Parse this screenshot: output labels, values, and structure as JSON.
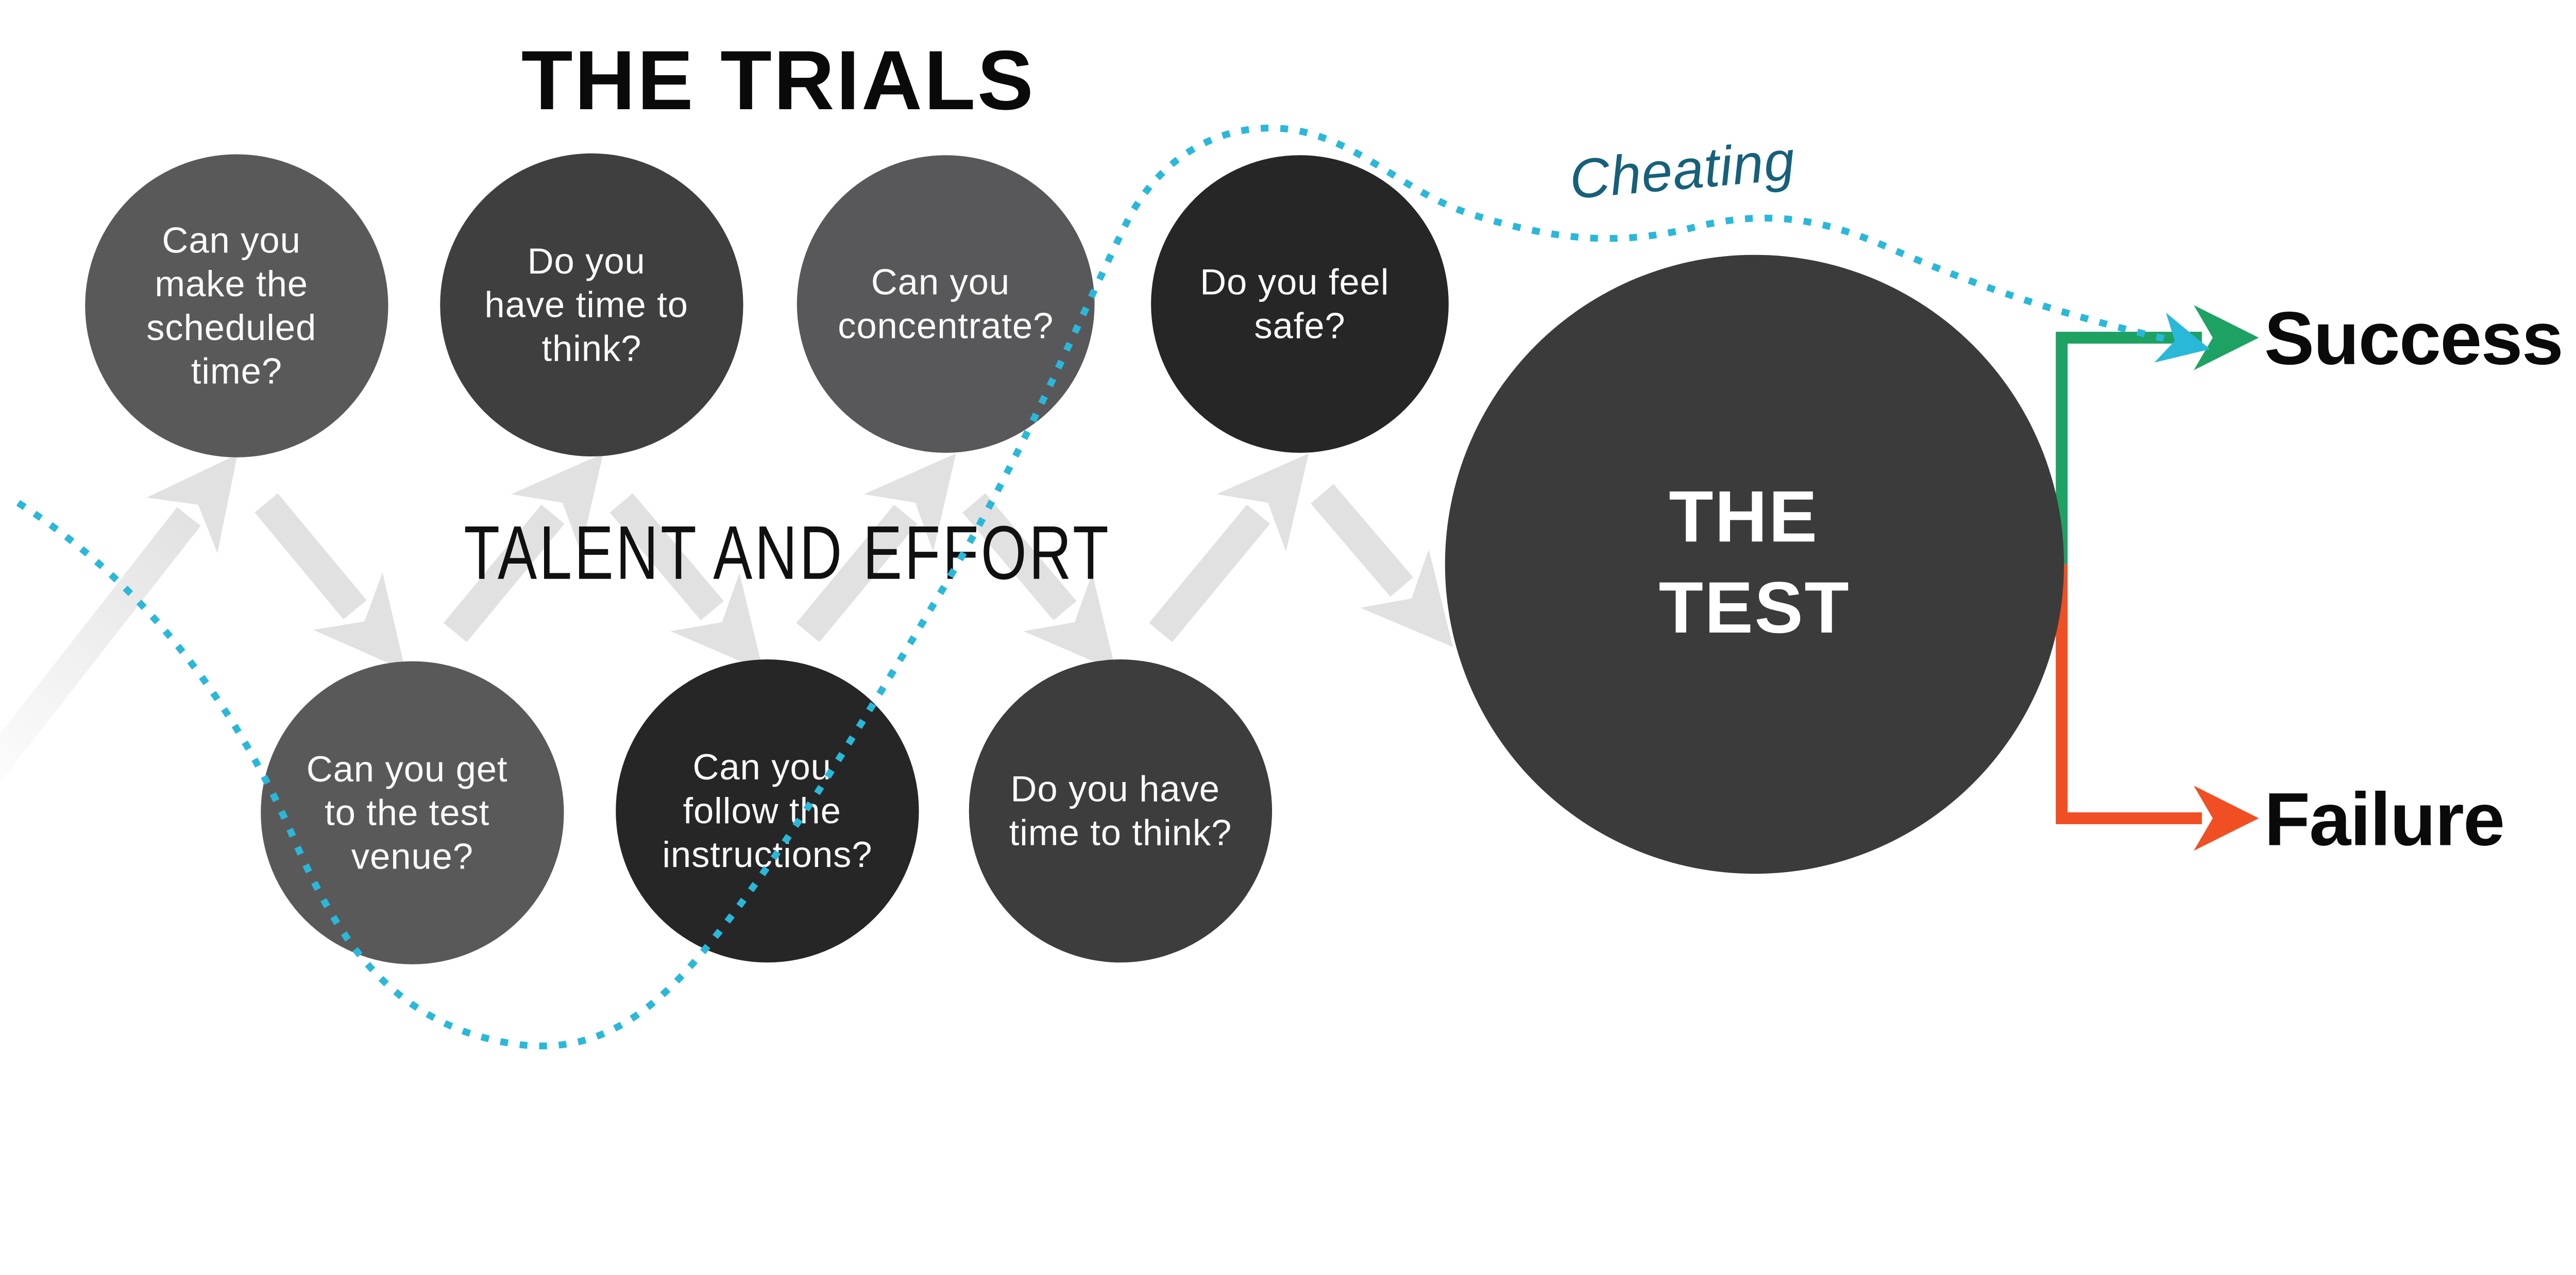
{
  "title": "THE TRIALS",
  "subtitle": "TALENT AND EFFORT",
  "cheating_label": "Cheating",
  "outcomes": {
    "success": "Success",
    "failure": "Failure"
  },
  "test_circle": {
    "lines": [
      "THE",
      "TEST"
    ],
    "color": "#3b3b3b"
  },
  "trials": [
    {
      "id": "make-scheduled-time",
      "lines": [
        "Can you",
        "make the",
        "scheduled",
        "time?"
      ],
      "color": "#595959"
    },
    {
      "id": "time-to-think-top",
      "lines": [
        "Do you",
        "have time to",
        "think?"
      ],
      "color": "#3f3f3f"
    },
    {
      "id": "concentrate",
      "lines": [
        "Can you",
        "concentrate?"
      ],
      "color": "#58585a"
    },
    {
      "id": "feel-safe",
      "lines": [
        "Do you feel",
        "safe?"
      ],
      "color": "#262626"
    },
    {
      "id": "get-to-venue",
      "lines": [
        "Can you get",
        "to the test",
        "venue?"
      ],
      "color": "#595959"
    },
    {
      "id": "follow-instructions",
      "lines": [
        "Can you",
        "follow the",
        "instructions?"
      ],
      "color": "#262626"
    },
    {
      "id": "time-to-think-bottom",
      "lines": [
        "Do you have",
        "time to think?"
      ],
      "color": "#3d3d3d"
    }
  ],
  "colors": {
    "success_green": "#1ea263",
    "failure_orange": "#f04f23",
    "cheating_teal": "#16607b",
    "cheating_dots": "#2ab8d9",
    "zigzag_gray": "#e1e1e1",
    "text_black": "#0a0a0a",
    "circle_text": "#fafafa"
  }
}
